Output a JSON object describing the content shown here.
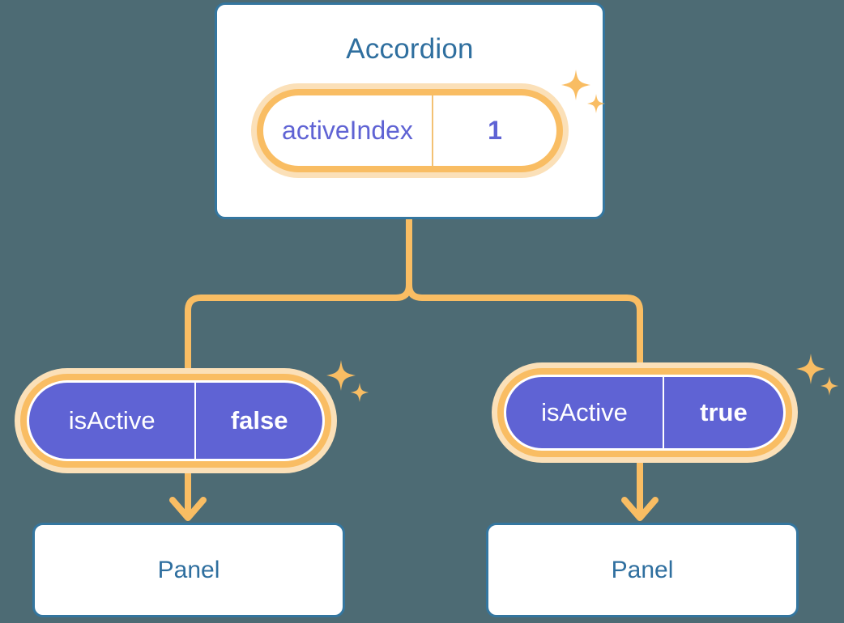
{
  "theme": {
    "background": "#4d6b74",
    "card_border": "#34769f",
    "card_title_color": "#2f6f9f",
    "accent_amber": "#f9bd63",
    "accent_amber_glow": "#fbe0b8",
    "accent_indigo": "#5f63d4",
    "card_bg": "#ffffff"
  },
  "root": {
    "title": "Accordion",
    "prop": {
      "key": "activeIndex",
      "value": "1"
    }
  },
  "branches": [
    {
      "prop": {
        "key": "isActive",
        "value": "false"
      },
      "child": {
        "title": "Panel"
      }
    },
    {
      "prop": {
        "key": "isActive",
        "value": "true"
      },
      "child": {
        "title": "Panel"
      }
    }
  ]
}
